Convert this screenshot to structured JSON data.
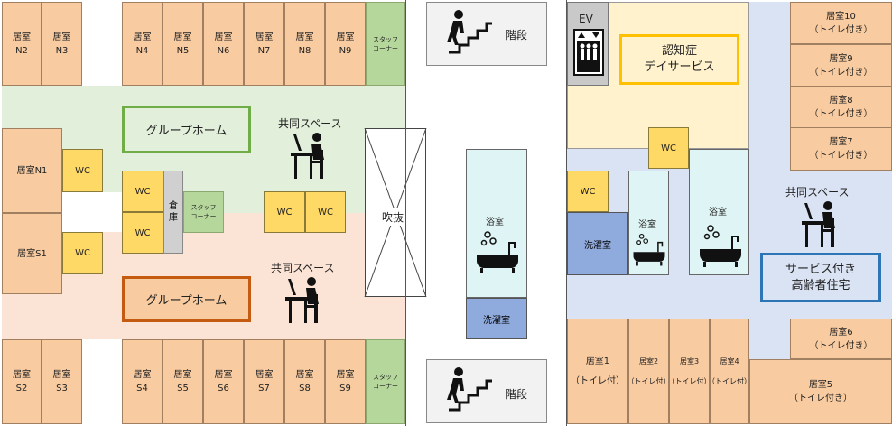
{
  "rooms_north": [
    "居室\nN2",
    "居室\nN3",
    "居室\nN4",
    "居室\nN5",
    "居室\nN6",
    "居室\nN7",
    "居室\nN8",
    "居室\nN9"
  ],
  "rooms_south": [
    "居室\nS2",
    "居室\nS3",
    "居室\nS4",
    "居室\nS5",
    "居室\nS6",
    "居室\nS7",
    "居室\nS8",
    "居室\nS9"
  ],
  "room_n1": "居室N1",
  "room_s1": "居室S1",
  "wc": "WC",
  "staff_corner": "スタッフ\nコーナー",
  "storage": "倉\n庫",
  "group_home": "グループホーム",
  "shared_space": "共同スペース",
  "fukinuke": "吹抜",
  "stairs": "階段",
  "bath": "浴室",
  "laundry": "洗濯室",
  "ev": "EV",
  "dementia_day": "認知症\nデイサービス",
  "sakoju": "サービス付き\n高齢者住宅",
  "right_rooms": [
    "居室10\n（トイレ付き）",
    "居室9\n（トイレ付き）",
    "居室8\n（トイレ付き）",
    "居室7\n（トイレ付き）",
    "居室6\n（トイレ付き）",
    "居室5\n（トイレ付き）"
  ],
  "bottom_rooms": [
    "居室1\n（トイレ付）",
    "居室2\n（トイレ付）",
    "居室3\n（トイレ付）",
    "居室4\n（トイレ付）"
  ],
  "colors": {
    "room": "#f8cba0",
    "wc": "#ffd966",
    "staff": "#b5d79b",
    "green_zone": "#e2efda",
    "pink_zone": "#fbe4d5",
    "yellow_zone": "#fff2cc",
    "blue_zone": "#dae3f3",
    "bath_zone": "#dff4f4",
    "laundry": "#8faadc"
  }
}
